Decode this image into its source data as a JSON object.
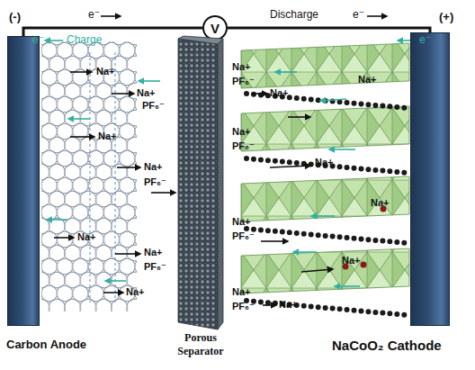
{
  "diagram": {
    "nodes": [
      {
        "text": [
          "V"
        ]
      },
      {
        "text": [
          "Carbon Anode"
        ]
      },
      {
        "text": [
          "Porous Separator"
        ]
      },
      {
        "text": [
          "NaCoO₂ Cathode"
        ]
      }
    ],
    "edges": [
      {
        "from": 1,
        "to": 0,
        "arrow": "none"
      },
      {
        "from": 0,
        "to": 3,
        "arrow": "none"
      }
    ],
    "labels": [
      "(-)",
      "e⁻",
      "Discharge",
      "e⁻",
      "(+)",
      "e⁻",
      "Charge",
      "e⁻",
      "Na+",
      "Na+",
      "PF₆⁻",
      "Na+",
      "Na+",
      "PF₆⁻",
      "Na+",
      "Na+",
      "PF₆⁻",
      "Na+",
      "Na+",
      "PF₆⁻",
      "Na+",
      "Na+",
      "Na+",
      "PF₆⁻",
      "Na+",
      "Na+",
      "Na+",
      "PF₆⁻",
      "Na+",
      "Na+",
      "PF₆⁻",
      "Na+"
    ]
  }
}
